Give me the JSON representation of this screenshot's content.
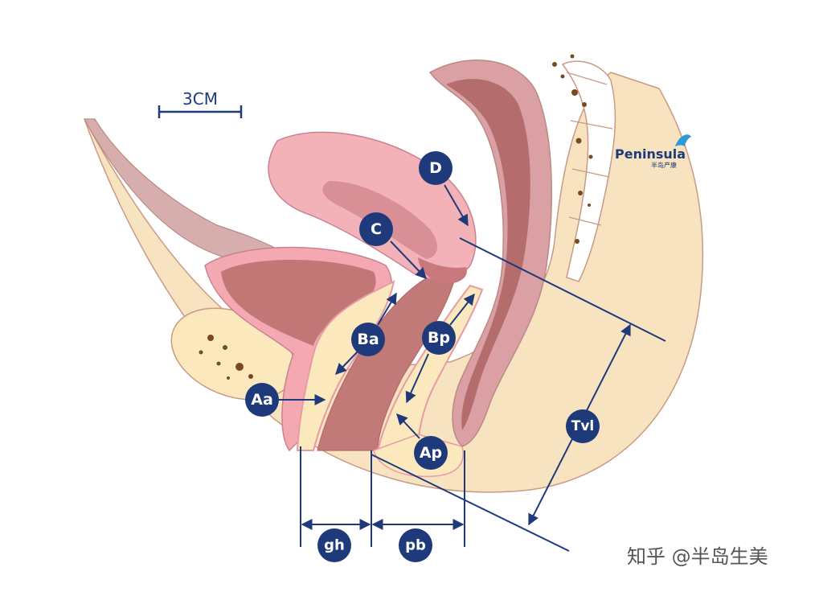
{
  "scale_bar": {
    "label": "3CM"
  },
  "brand": {
    "name": "Peninsula",
    "subtitle": "半岛产康"
  },
  "watermark": {
    "text": "知乎 @半岛生美"
  },
  "colors": {
    "navy": "#1f3a7a",
    "skin": "#f7e3bf",
    "skin_edge": "#c99a86",
    "pelvic_pink": "#d7aeae",
    "organ_pink": "#f2b2b8",
    "organ_light": "#f6c4c9",
    "canal_rose": "#c27a78",
    "canal_dark": "#b46d6c",
    "fat_yellow": "#fbe9bd",
    "dot_brown": "#7a4a1f",
    "bone": "#ffffff"
  },
  "labels": {
    "aa": "Aa",
    "ba": "Ba",
    "c": "C",
    "d": "D",
    "bp": "Bp",
    "ap": "Ap",
    "tvl": "Tvl",
    "gh": "gh",
    "pb": "pb"
  }
}
